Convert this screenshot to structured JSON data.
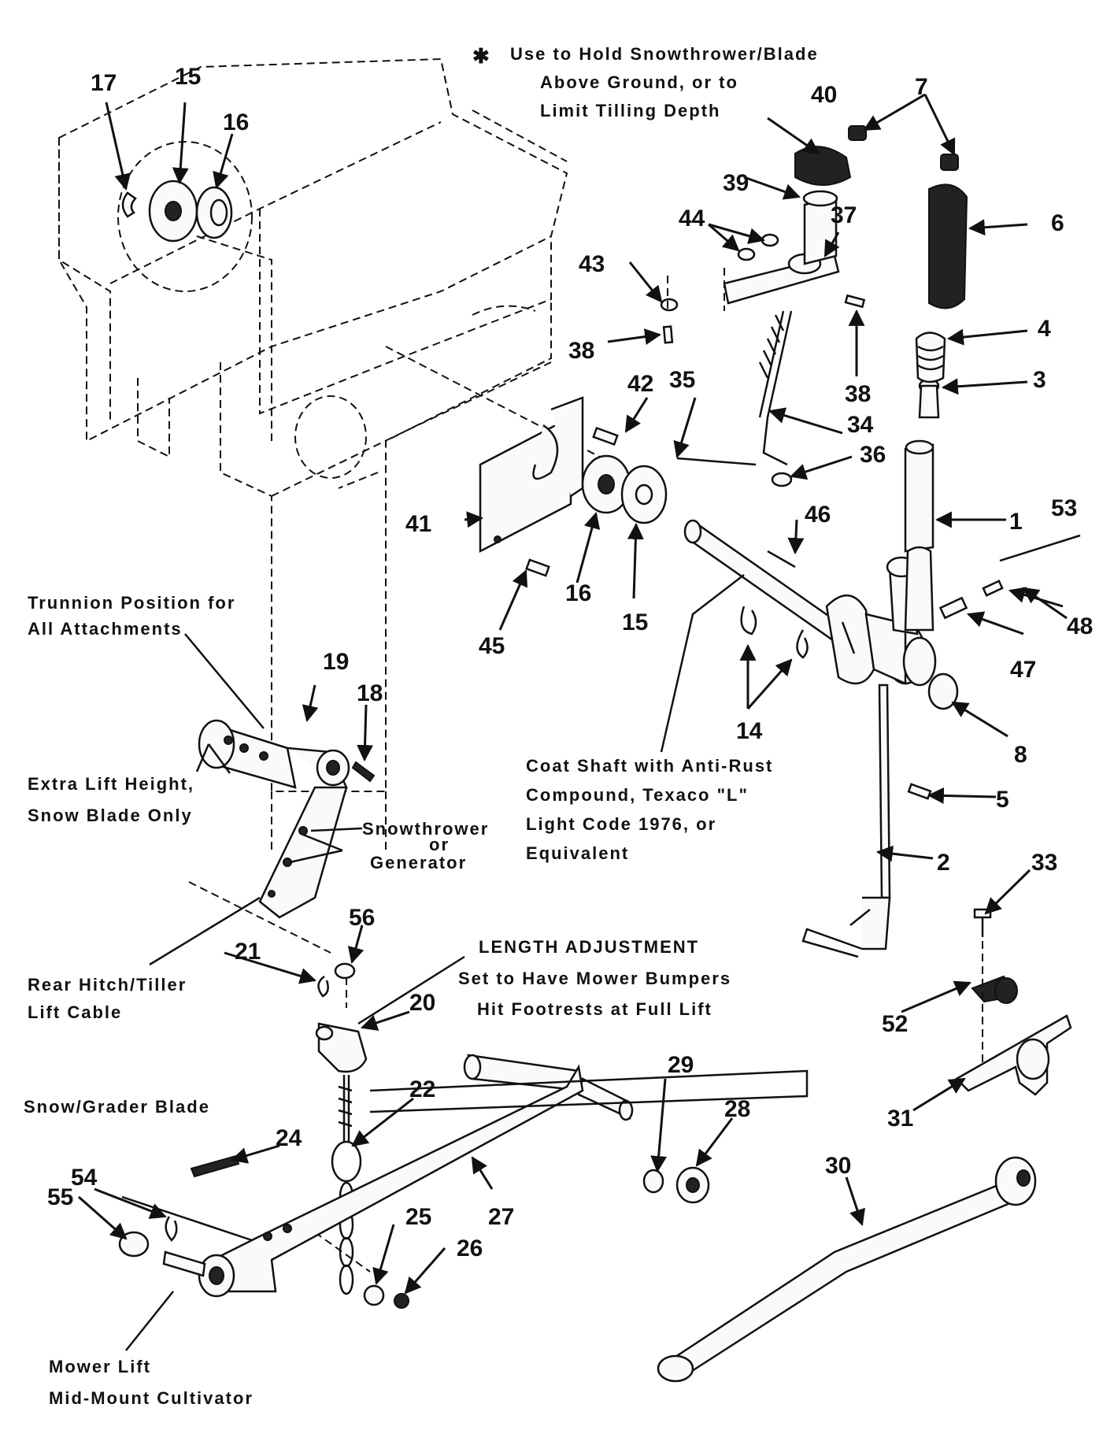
{
  "star_note": {
    "symbol": "✱",
    "lines": [
      "Use to Hold Snowthrower/Blade",
      "Above Ground, or to",
      "Limit Tilling Depth"
    ]
  },
  "notes": {
    "trunnion": [
      "Trunnion Position for",
      "All Attachments"
    ],
    "extra_lift": [
      "Extra Lift Height,",
      "Snow Blade Only"
    ],
    "snowthrower": [
      "Snowthrower",
      "or",
      "Generator"
    ],
    "rear_hitch": [
      "Rear Hitch/Tiller",
      "Lift Cable"
    ],
    "length_adjust": [
      "LENGTH ADJUSTMENT",
      "Set to Have Mower Bumpers",
      "Hit Footrests at Full Lift"
    ],
    "coat_shaft": [
      "Coat Shaft with Anti-Rust",
      "Compound, Texaco \"L\"",
      "Light Code 1976, or",
      "Equivalent"
    ],
    "snow_grader": [
      "Snow/Grader Blade"
    ],
    "mower_lift": [
      "Mower Lift",
      "Mid-Mount Cultivator"
    ]
  },
  "part_numbers": {
    "p1": "1",
    "p2": "2",
    "p3": "3",
    "p4": "4",
    "p5": "5",
    "p6": "6",
    "p7": "7",
    "p8": "8",
    "p14": "14",
    "p15a": "15",
    "p15b": "15",
    "p16a": "16",
    "p16b": "16",
    "p17": "17",
    "p18": "18",
    "p19": "19",
    "p20": "20",
    "p21": "21",
    "p22": "22",
    "p24": "24",
    "p25": "25",
    "p26": "26",
    "p27": "27",
    "p28": "28",
    "p29": "29",
    "p30": "30",
    "p31": "31",
    "p33": "33",
    "p34": "34",
    "p35": "35",
    "p36": "36",
    "p37": "37",
    "p38a": "38",
    "p38b": "38",
    "p39": "39",
    "p40": "40",
    "p41": "41",
    "p42": "42",
    "p43": "43",
    "p44": "44",
    "p45": "45",
    "p46": "46",
    "p47": "47",
    "p48": "48",
    "p52": "52",
    "p53": "53",
    "p54": "54",
    "p55": "55",
    "p56": "56"
  }
}
